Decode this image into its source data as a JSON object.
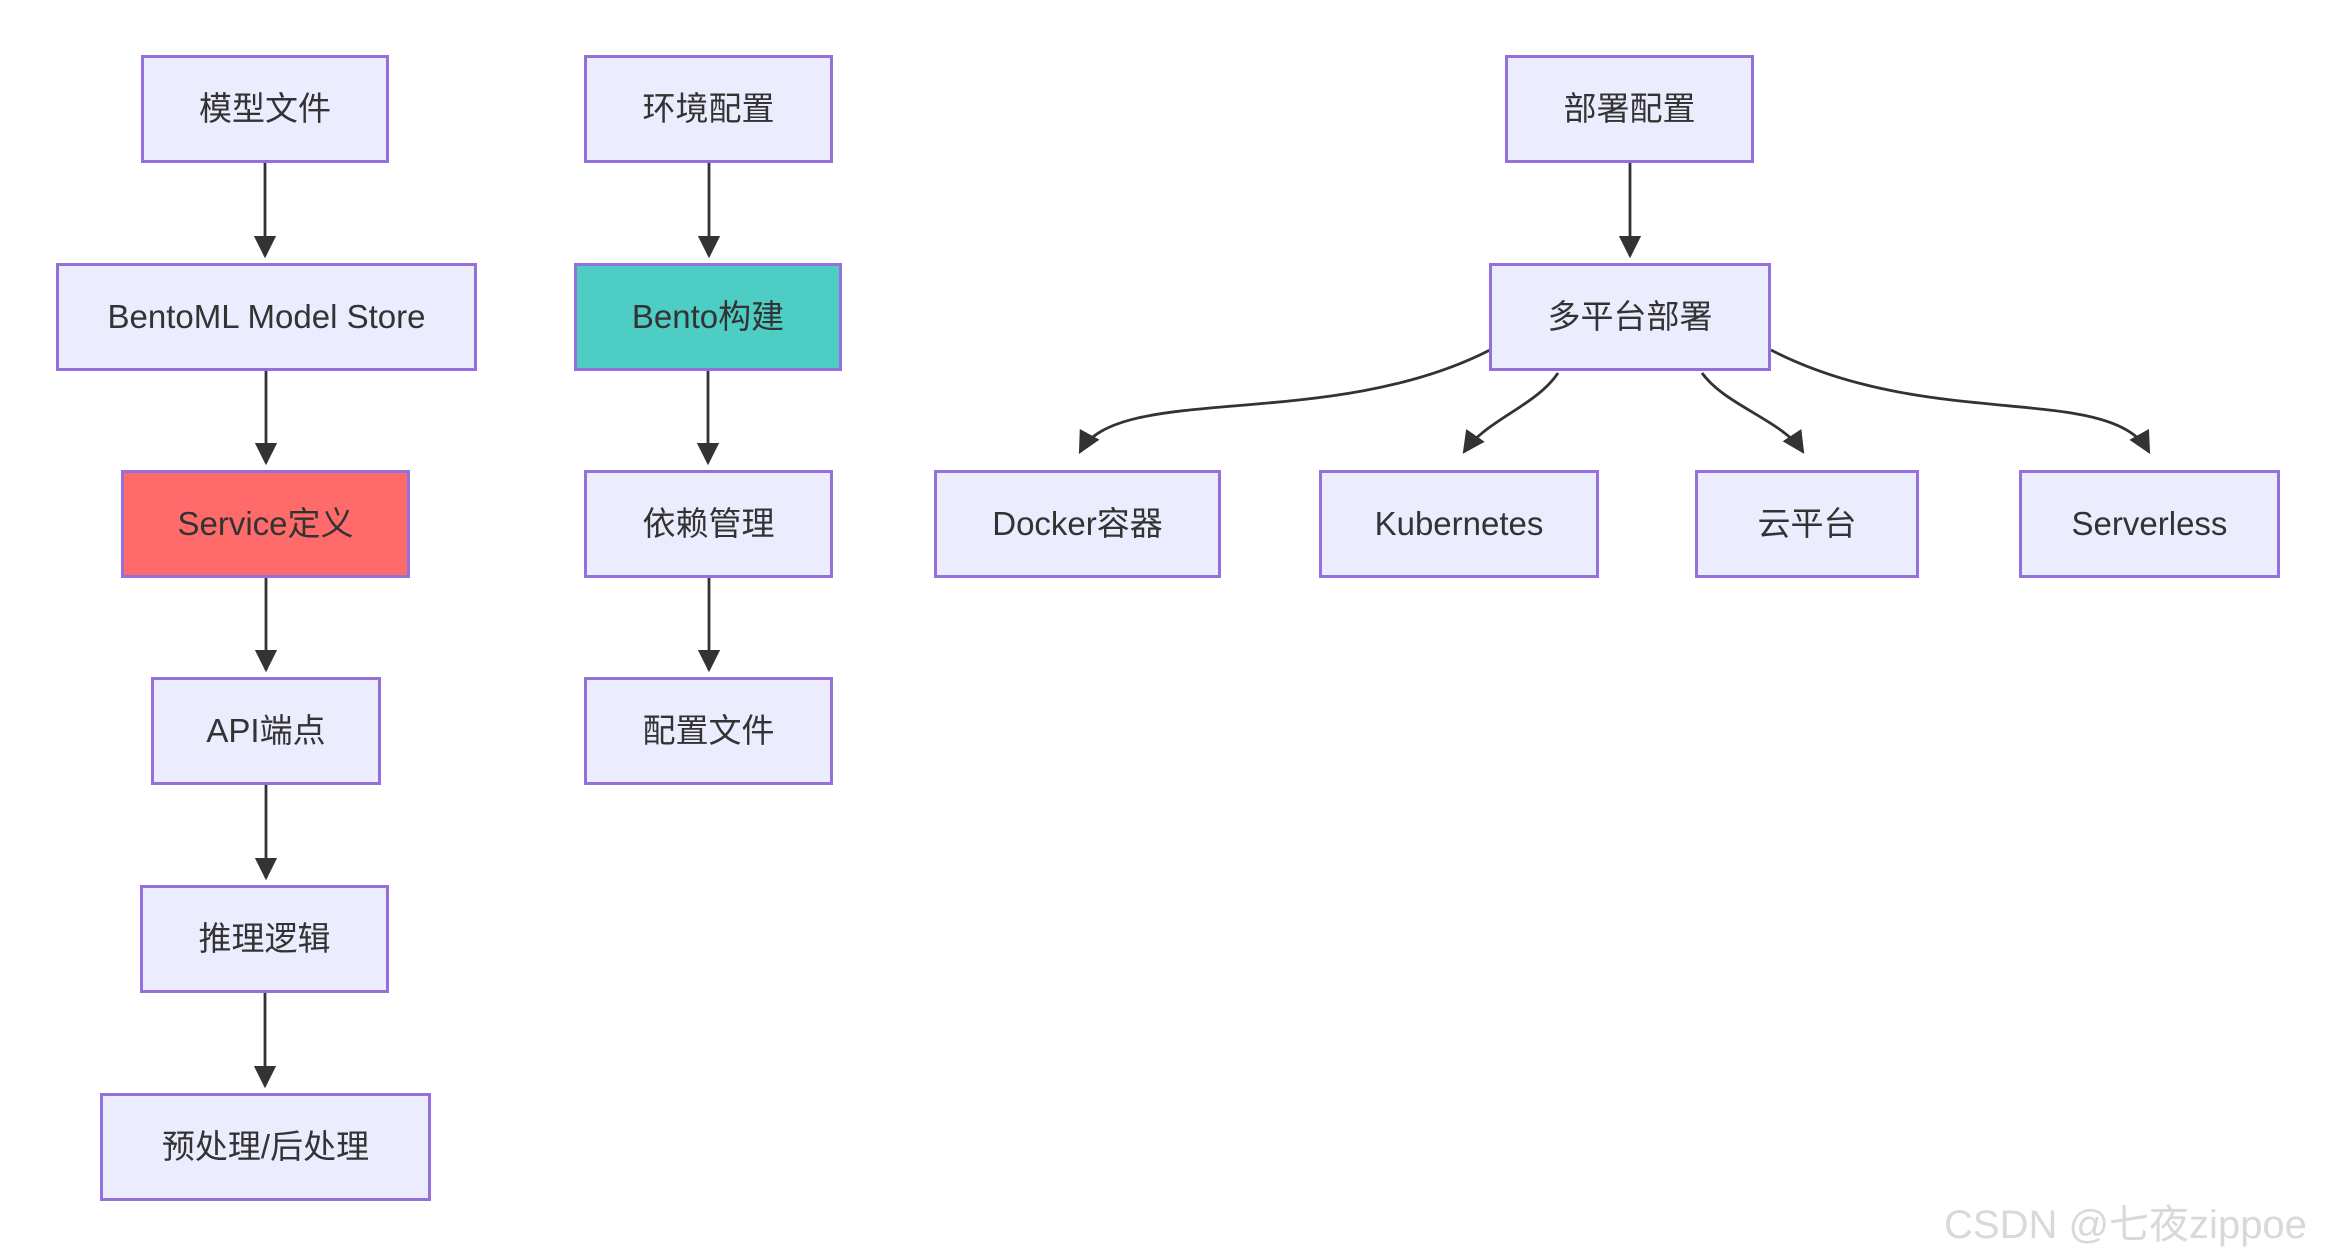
{
  "diagram": {
    "type": "flowchart",
    "direction": "top-down",
    "colors": {
      "node_fill": "#ECECFF",
      "node_border": "#9370DB",
      "highlight_red": "#FF6B6B",
      "highlight_teal": "#4ECDC4",
      "edge": "#333333",
      "text": "#333333",
      "watermark": "#d9d9d9"
    },
    "nodes": [
      {
        "id": "model-files",
        "label": "模型文件",
        "highlight": "none"
      },
      {
        "id": "bentoml-model-store",
        "label": "BentoML Model Store",
        "highlight": "none"
      },
      {
        "id": "service-definition",
        "label": "Service定义",
        "highlight": "red"
      },
      {
        "id": "api-endpoints",
        "label": "API端点",
        "highlight": "none"
      },
      {
        "id": "inference-logic",
        "label": "推理逻辑",
        "highlight": "none"
      },
      {
        "id": "pre-post-processing",
        "label": "预处理/后处理",
        "highlight": "none"
      },
      {
        "id": "env-config",
        "label": "环境配置",
        "highlight": "none"
      },
      {
        "id": "bento-build",
        "label": "Bento构建",
        "highlight": "teal"
      },
      {
        "id": "dependency-management",
        "label": "依赖管理",
        "highlight": "none"
      },
      {
        "id": "config-file",
        "label": "配置文件",
        "highlight": "none"
      },
      {
        "id": "deploy-config",
        "label": "部署配置",
        "highlight": "none"
      },
      {
        "id": "multi-platform-deploy",
        "label": "多平台部署",
        "highlight": "none"
      },
      {
        "id": "docker-container",
        "label": "Docker容器",
        "highlight": "none"
      },
      {
        "id": "kubernetes",
        "label": "Kubernetes",
        "highlight": "none"
      },
      {
        "id": "cloud-platform",
        "label": "云平台",
        "highlight": "none"
      },
      {
        "id": "serverless",
        "label": "Serverless",
        "highlight": "none"
      }
    ],
    "edges": [
      {
        "from": "模型文件",
        "to": "BentoML Model Store"
      },
      {
        "from": "BentoML Model Store",
        "to": "Service定义"
      },
      {
        "from": "Service定义",
        "to": "API端点"
      },
      {
        "from": "API端点",
        "to": "推理逻辑"
      },
      {
        "from": "推理逻辑",
        "to": "预处理/后处理"
      },
      {
        "from": "环境配置",
        "to": "Bento构建"
      },
      {
        "from": "Bento构建",
        "to": "依赖管理"
      },
      {
        "from": "依赖管理",
        "to": "配置文件"
      },
      {
        "from": "部署配置",
        "to": "多平台部署"
      },
      {
        "from": "多平台部署",
        "to": "Docker容器"
      },
      {
        "from": "多平台部署",
        "to": "Kubernetes"
      },
      {
        "from": "多平台部署",
        "to": "云平台"
      },
      {
        "from": "多平台部署",
        "to": "Serverless"
      }
    ],
    "watermark": "CSDN @七夜zippoe"
  }
}
